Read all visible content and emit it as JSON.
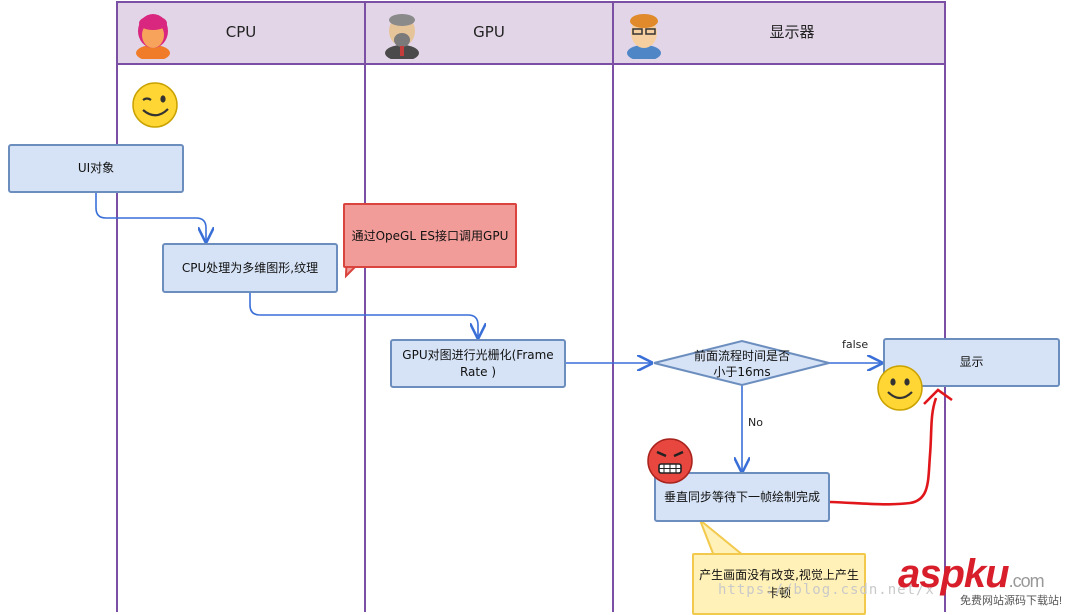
{
  "lanes": [
    {
      "title": "CPU",
      "avatar": "woman-avatar-icon"
    },
    {
      "title": "GPU",
      "avatar": "bearded-man-avatar-icon"
    },
    {
      "title": "显示器",
      "avatar": "man-with-glasses-avatar-icon"
    }
  ],
  "nodes": {
    "ui_object": "UI对象",
    "cpu_process": "CPU处理为多维图形,纹理",
    "gpu_raster_line1": "GPU对图进行光栅化(Frame",
    "gpu_raster_line2": "Rate )",
    "decision_line1": "前面流程时间是否",
    "decision_line2": "小于16ms",
    "display": "显示",
    "vsync_wait": "垂直同步等待下一帧绘制完成"
  },
  "callouts": {
    "opengl": "通过OpeGL ES接口调用GPU",
    "jank_line1": "产生画面没有改变,视觉上产生",
    "jank_line2": "卡顿"
  },
  "edge_labels": {
    "false": "false",
    "no": "No"
  },
  "icons": {
    "wink": "winking-smiley-icon",
    "smile": "smiley-icon",
    "angry": "angry-face-icon"
  },
  "watermark": {
    "url": "https://blog.csdn.net/x",
    "logo": "aspku",
    "logo_suffix": ".com",
    "logo_sub": "免费网站源码下载站!"
  },
  "colors": {
    "lane_border": "#7b4fa3",
    "lane_header_bg": "#e1d5e7",
    "box_fill": "#d6e3f6",
    "box_border": "#6c8ebf",
    "arrow": "#3a6fd8",
    "red_annotation": "#e0161b"
  }
}
